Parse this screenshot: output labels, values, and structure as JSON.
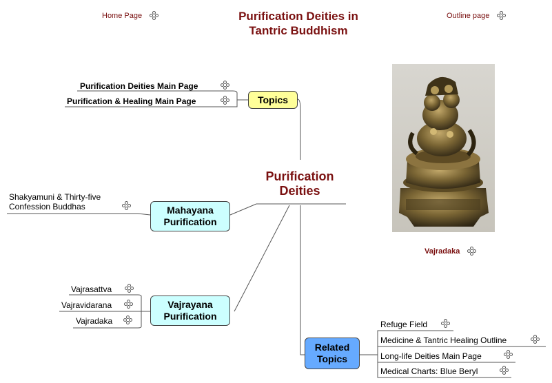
{
  "header": {
    "home_link": "Home Page",
    "title_line1": "Purification Deities in",
    "title_line2": "Tantric Buddhism",
    "outline_link": "Outline page"
  },
  "center": {
    "line1": "Purification",
    "line2": "Deities"
  },
  "topics": {
    "label": "Topics",
    "items": [
      "Purification Deities Main Page",
      "Purification & Healing Main Page"
    ]
  },
  "mahayana": {
    "line1": "Mahayana",
    "line2": "Purification",
    "items": [
      "Shakyamuni & Thirty-five",
      "Confession Buddhas"
    ]
  },
  "vajrayana": {
    "line1": "Vajrayana",
    "line2": "Purification",
    "items": [
      "Vajrasattva",
      "Vajravidarana",
      "Vajradaka"
    ]
  },
  "related": {
    "line1": "Related",
    "line2": "Topics",
    "items": [
      "Refuge Field",
      "Medicine & Tantric Healing Outline",
      "Long-life Deities Main Page",
      "Medical Charts: Blue Beryl"
    ]
  },
  "image": {
    "caption": "Vajradaka"
  },
  "colors": {
    "title": "#7a1010",
    "topics_box": "#ffff99",
    "purification_box": "#ccffff",
    "related_box": "#66aaff",
    "connector": "#555555"
  },
  "icons": {
    "link": "link-icon"
  }
}
